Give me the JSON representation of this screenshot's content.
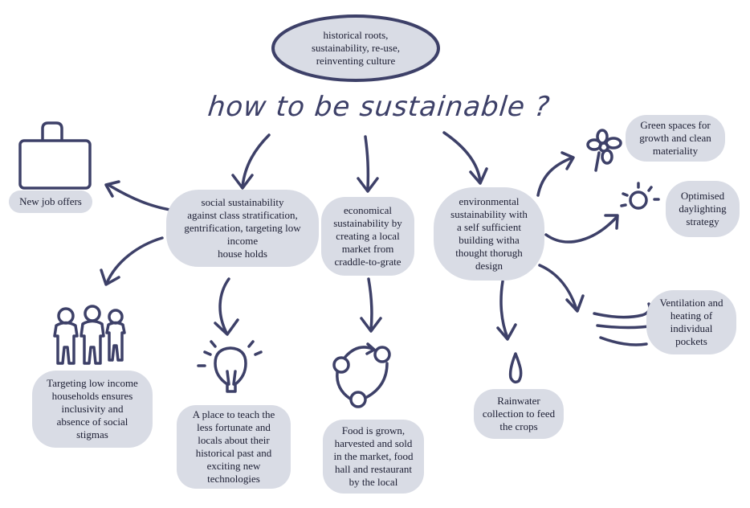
{
  "title": "how to be sustainable ?",
  "top_node": "historical roots,\nsustainability, re-use,\nreinventing culture",
  "pillars": {
    "social": "social sustainability\nagainst class stratification,\ngentrification, targeting low\nincome\nhouse holds",
    "economical": "economical\nsustainability by\ncreating a local\nmarket from\ncraddle-to-grate",
    "environmental": "environmental\nsustainability with\na self sufficient\nbuilding witha\nthought thorugh\ndesign"
  },
  "outcomes": {
    "job_offers": "New job offers",
    "low_income": "Targeting low income\nhouseholds ensures\ninclusivity and\nabsence of social\nstigmas",
    "teach": "A place to teach the\nless fortunate and\nlocals about their\nhistorical past and\nexciting new\ntechnologies",
    "food": "Food is grown,\nharvested and sold\nin the market, food\nhall and restaurant\nby the local",
    "rainwater": "Rainwater\ncollection to feed\nthe crops",
    "green": "Green spaces for\ngrowth and clean\nmateriality",
    "daylight": "Optimised\ndaylighting\nstrategy",
    "ventilation": "Ventilation and\nheating of\nindividual\npockets"
  },
  "colors": {
    "ink": "#3d4068",
    "blob": "#d9dce5",
    "text": "#1c1e33"
  },
  "icons": [
    "briefcase-icon",
    "people-icon",
    "lightbulb-icon",
    "cycle-icon",
    "water-drop-icon",
    "flower-icon",
    "sun-icon",
    "wind-icon"
  ]
}
